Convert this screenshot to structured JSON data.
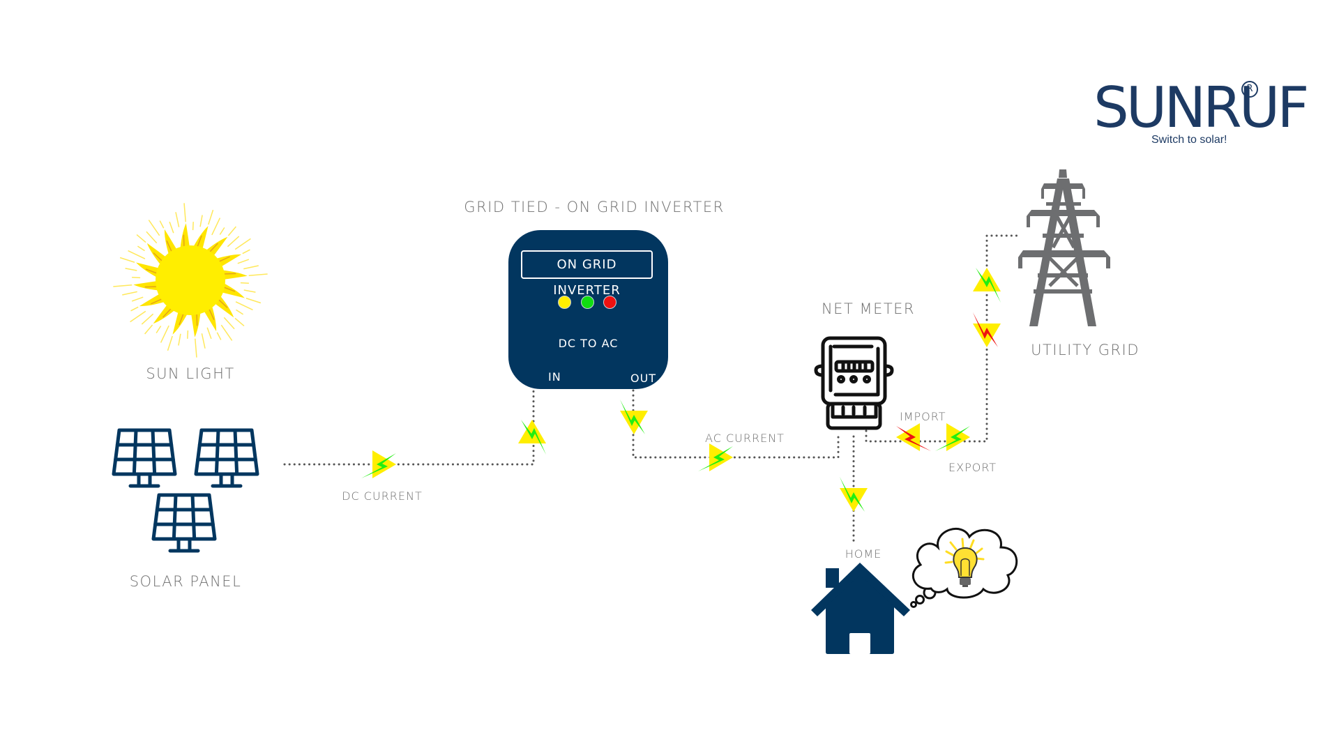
{
  "brand": {
    "name": "SUNRUF",
    "registered_mark": "R",
    "tagline": "Switch to solar!",
    "color": "#1d3a63"
  },
  "nodes": {
    "sun": {
      "label": "SUN LIGHT",
      "icon": "sun-icon"
    },
    "solar_panel": {
      "label": "SOLAR PANEL",
      "icon": "solar-panel-icon",
      "count": 3
    },
    "inverter": {
      "title": "GRID TIED - ON GRID INVERTER",
      "name": "ON GRID INVERTER",
      "function": "DC TO AC",
      "in_label": "IN",
      "out_label": "OUT",
      "indicator_lights": [
        {
          "name": "yellow",
          "color": "#ffee00"
        },
        {
          "name": "green",
          "color": "#11dd11"
        },
        {
          "name": "red",
          "color": "#ee1111"
        }
      ],
      "body_color": "#02365f"
    },
    "net_meter": {
      "label": "NET METER",
      "icon": "electric-meter-icon"
    },
    "utility_grid": {
      "label": "UTILITY GRID",
      "icon": "transmission-tower-icon"
    },
    "home": {
      "label": "HOME",
      "icon": "house-icon",
      "thought": "lightbulb-icon"
    }
  },
  "flows": {
    "dc_current": "DC CURRENT",
    "ac_current": "AC CURRENT",
    "import": "IMPORT",
    "export": "EXPORT"
  },
  "colors": {
    "flow_line": "#555555",
    "arrow_fill": "#ffee00",
    "bolt_green": "#22ee11",
    "bolt_red": "#ee1111",
    "label_text": "#6e6e6e",
    "icon_navy": "#02365f",
    "tower_gray": "#6d6e70"
  }
}
